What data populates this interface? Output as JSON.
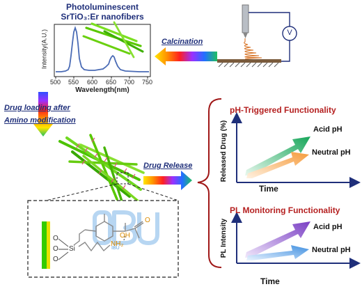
{
  "title_line1": "Photoluminescent",
  "title_line2": "SrTiO₃:Er nanofibers",
  "spectrum": {
    "ylabel": "Intensity(A.U.)",
    "xlabel": "Wavelength(nm)",
    "xticks": [
      "500",
      "550",
      "600",
      "650",
      "700",
      "750"
    ]
  },
  "step_calcination": "Calcination",
  "electrospinning_voltage": "V",
  "step_loading_line1": "Drug loading after",
  "step_loading_line2": "Amino modification",
  "step_release": "Drug Release",
  "panel_ph": {
    "title": "pH-Triggered Functionality",
    "ylabel": "Released Drug (%)",
    "xlabel": "Time",
    "upper_label": "Acid pH",
    "lower_label": "Neutral pH"
  },
  "panel_pl": {
    "title": "PL Monitoring Functionality",
    "ylabel": "PL Intensity",
    "xlabel": "Time",
    "upper_label": "Acid pH",
    "lower_label": "Neutral pH"
  },
  "molecule": {
    "drug_text": "IBU",
    "si": "Si",
    "o_labels": [
      "O",
      "O",
      "O"
    ],
    "amine": "NH₂",
    "carbonyl_o": "O",
    "hydroxyl": "OH"
  },
  "colors": {
    "dark_blue": "#1f2f7a",
    "title_red": "#b52020",
    "spectrum_line": "#4a6bb5",
    "fiber_green": "#33cc00",
    "molecule_blue": "#5aa0e0",
    "amine_orange": "#d98a00"
  }
}
